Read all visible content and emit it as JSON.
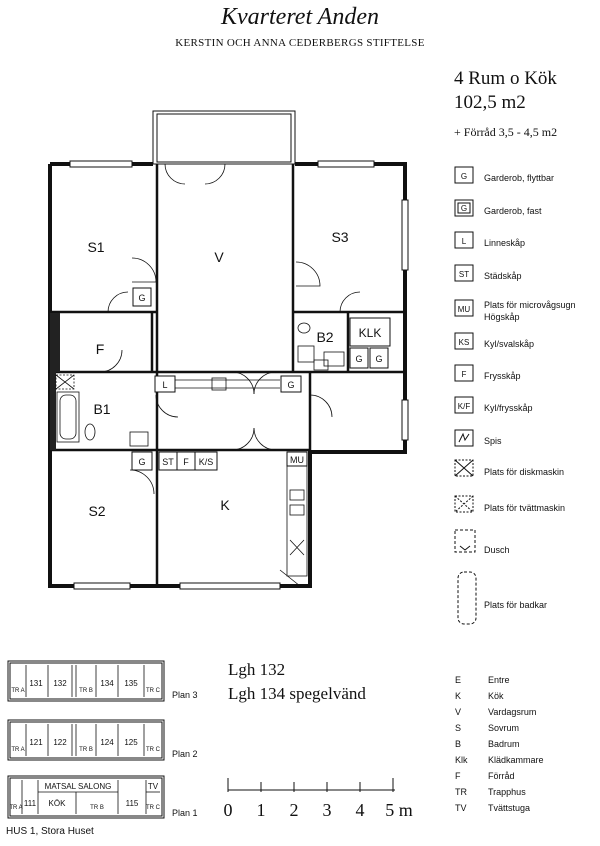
{
  "header": {
    "title": "Kvarteret Anden",
    "subtitle": "KERSTIN OCH ANNA CEDERBERGS STIFTELSE"
  },
  "apartment": {
    "rooms": "4 Rum o Kök",
    "area": "102,5 m2",
    "storage": "+ Förråd 3,5 - 4,5 m2"
  },
  "plan": {
    "rooms": {
      "s1": "S1",
      "v": "V",
      "s3": "S3",
      "f": "F",
      "b2": "B2",
      "klk": "KLK",
      "b1": "B1",
      "s2": "S2",
      "k": "K"
    },
    "fixtures": {
      "g": "G",
      "l": "L",
      "st": "ST",
      "f": "F",
      "ks": "K/S",
      "mu": "MU"
    }
  },
  "legend": [
    {
      "symbol": "G",
      "label": "Garderob, flyttbar"
    },
    {
      "symbol": "G",
      "label": "Garderob, fast"
    },
    {
      "symbol": "L",
      "label": "Linneskåp"
    },
    {
      "symbol": "ST",
      "label": "Städskåp"
    },
    {
      "symbol": "MU",
      "label": "Plats för microvågsugn",
      "label2": "Högskåp"
    },
    {
      "symbol": "KS",
      "label": "Kyl/svalskåp"
    },
    {
      "symbol": "F",
      "label": "Frysskåp"
    },
    {
      "symbol": "K/F",
      "label": "Kyl/frysskåp"
    },
    {
      "symbol": "",
      "label": "Spis"
    },
    {
      "symbol": "",
      "label": "Plats för diskmaskin"
    },
    {
      "symbol": "",
      "label": "Plats för tvättmaskin"
    },
    {
      "symbol": "",
      "label": "Dusch"
    },
    {
      "symbol": "",
      "label": "Plats för badkar"
    }
  ],
  "lgh": {
    "line1": "Lgh 132",
    "line2": "Lgh 134 spegelvänd"
  },
  "abbreviations": [
    {
      "key": "E",
      "value": "Entre"
    },
    {
      "key": "K",
      "value": "Kök"
    },
    {
      "key": "V",
      "value": "Vardagsrum"
    },
    {
      "key": "S",
      "value": "Sovrum"
    },
    {
      "key": "B",
      "value": "Badrum"
    },
    {
      "key": "Klk",
      "value": "Klädkammare"
    },
    {
      "key": "F",
      "value": "Förråd"
    },
    {
      "key": "TR",
      "value": "Trapphus"
    },
    {
      "key": "TV",
      "value": "Tvättstuga"
    }
  ],
  "floors": {
    "plan3": {
      "label": "Plan 3",
      "units": [
        "131",
        "132",
        "134",
        "135"
      ],
      "stairs": [
        "TR A",
        "TR B",
        "TR C"
      ]
    },
    "plan2": {
      "label": "Plan 2",
      "units": [
        "121",
        "122",
        "124",
        "125"
      ],
      "stairs": [
        "TR A",
        "TR B",
        "TR C"
      ]
    },
    "plan1": {
      "label": "Plan 1",
      "units": [
        "111",
        "115"
      ],
      "rooms": [
        "MATSAL SALONG",
        "KÖK",
        "TV"
      ],
      "stairs": [
        "TR A",
        "TR B",
        "TR C"
      ]
    }
  },
  "scale": {
    "ticks": [
      "0",
      "1",
      "2",
      "3",
      "4",
      "5 m"
    ]
  },
  "footer": {
    "house": "HUS 1, Stora Huset"
  }
}
